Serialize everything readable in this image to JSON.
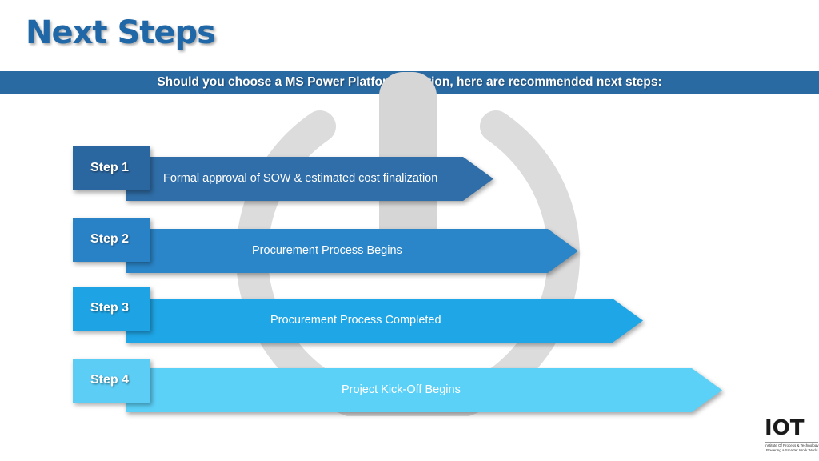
{
  "title": "Next Steps",
  "banner_text": "Should you choose a MS Power Platform solution, here are recommended next steps:",
  "colors": {
    "title": "#1f67a6",
    "banner": "#2a6aa3",
    "watermark": "#d9d9d9"
  },
  "steps": [
    {
      "label": "Step 1",
      "text": "Formal approval of SOW & estimated cost finalization",
      "color": "#2f6ea8",
      "tab_color": "#2a66a0"
    },
    {
      "label": "Step 2",
      "text": "Procurement Process Begins",
      "color": "#2b86c9",
      "tab_color": "#2a82c6"
    },
    {
      "label": "Step 3",
      "text": "Procurement Process Completed",
      "color": "#1fa6e6",
      "tab_color": "#1ea4e4"
    },
    {
      "label": "Step 4",
      "text": "Project Kick-Off Begins",
      "color": "#5cd1f8",
      "tab_color": "#5ccdf5"
    }
  ],
  "logo": {
    "main": "IOT",
    "line1": "Institute Of Process & Technology",
    "line2": "Powering a Smarter Work World"
  }
}
